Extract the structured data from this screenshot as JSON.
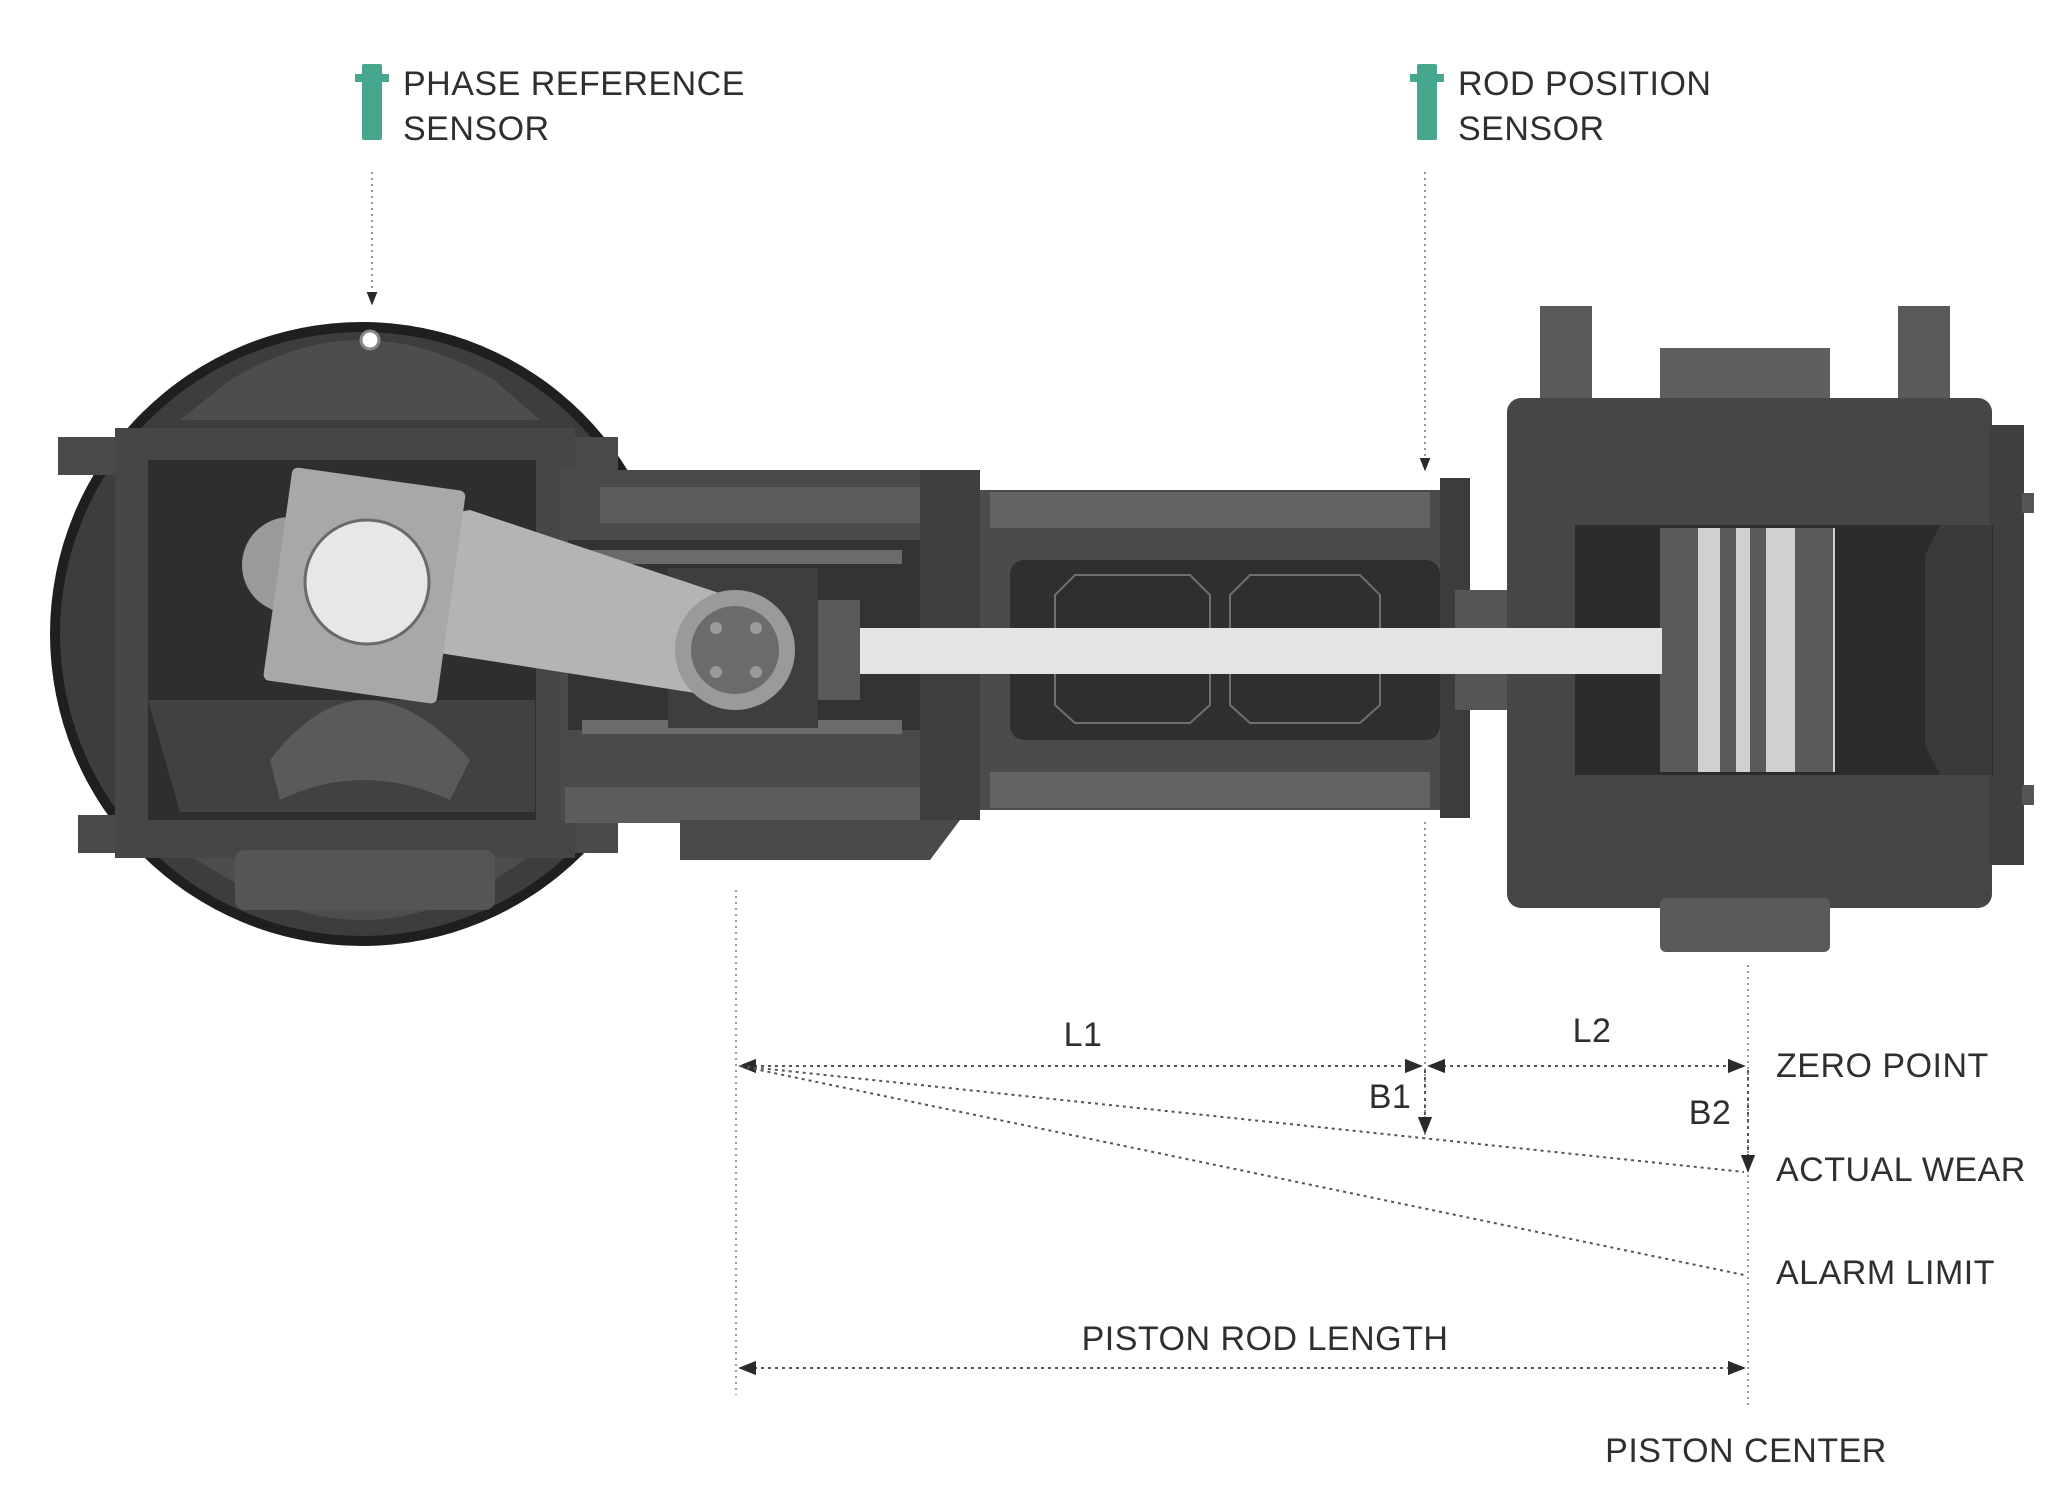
{
  "sensors": {
    "phase_reference": {
      "line1": "PHASE REFERENCE",
      "line2": "SENSOR"
    },
    "rod_position": {
      "line1": "ROD POSITION",
      "line2": "SENSOR"
    }
  },
  "dimensions": {
    "l1": "L1",
    "l2": "L2",
    "b1": "B1",
    "b2": "B2",
    "piston_rod_length": "PISTON ROD LENGTH",
    "piston_center": "PISTON CENTER"
  },
  "levels": {
    "zero_point": "ZERO POINT",
    "actual_wear": "ACTUAL WEAR",
    "alarm_limit": "ALARM LIMIT"
  },
  "colors": {
    "sensor": "#46a68e",
    "body_dark": "#3c3c3c",
    "body_mid": "#5e5e5e",
    "rod": "#e4e4e4",
    "conrod": "#b4b4b4"
  }
}
